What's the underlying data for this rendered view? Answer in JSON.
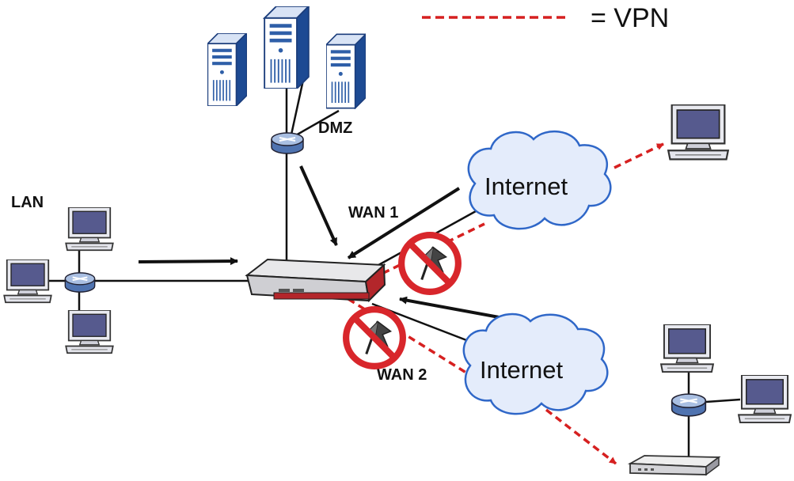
{
  "legend": {
    "label": "= VPN",
    "color": "#d62020"
  },
  "labels": {
    "dmz": "DMZ",
    "lan": "LAN",
    "wan1": "WAN 1",
    "wan2": "WAN 2",
    "internet_top": "Internet",
    "internet_bottom": "Internet"
  },
  "colors": {
    "server_blue": "#2f5fa8",
    "router_blue": "#6e8fc4",
    "cloud_fill": "#e4ecfb",
    "cloud_stroke": "#2f67c8",
    "monitor_screen": "#565a8e",
    "firewall_red": "#b3262b",
    "no_sign_red": "#d8262b"
  },
  "icons": {
    "servers": "server-tower-icon",
    "router": "router-icon",
    "computer": "desktop-computer-icon",
    "firewall": "firewall-appliance-icon",
    "blocked": "prohibited-sign-icon",
    "cloud": "internet-cloud-icon"
  }
}
